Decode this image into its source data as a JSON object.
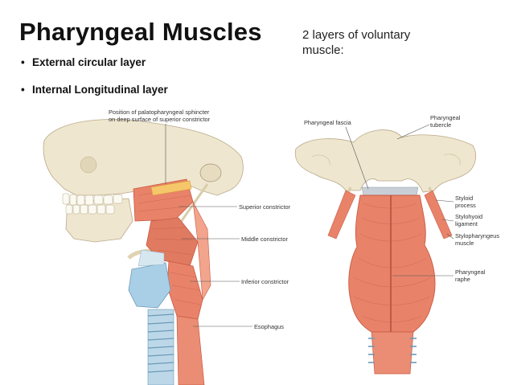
{
  "slide": {
    "title": "Pharyngeal Muscles",
    "note": "2 layers of voluntary muscle:",
    "bullets": [
      "External circular layer",
      "Internal Longitudinal layer"
    ]
  },
  "figure": {
    "labels": {
      "sphincter_line1": "Position of palatopharyngeal sphincter",
      "sphincter_line2": "on deep surface of superior constrictor",
      "superior": "Superior constrictor",
      "middle": "Middle constrictor",
      "inferior": "Inferior constrictor",
      "esophagus": "Esophagus",
      "fascia": "Pharyngeal fascia",
      "tubercle_1": "Pharyngeal",
      "tubercle_2": "tubercle",
      "styloid_1": "Styloid",
      "styloid_2": "process",
      "stylohyoid_1": "Stylohyoid",
      "stylohyoid_2": "ligament",
      "stylopharyngeus_1": "Stylopharyngeus",
      "stylopharyngeus_2": "muscle",
      "raphe_1": "Pharyngeal",
      "raphe_2": "raphe"
    }
  },
  "colors": {
    "muscle": "#e8836a",
    "muscle_dark": "#c85a42",
    "bone": "#efe6cf",
    "cartilage": "#a9cfe6"
  }
}
